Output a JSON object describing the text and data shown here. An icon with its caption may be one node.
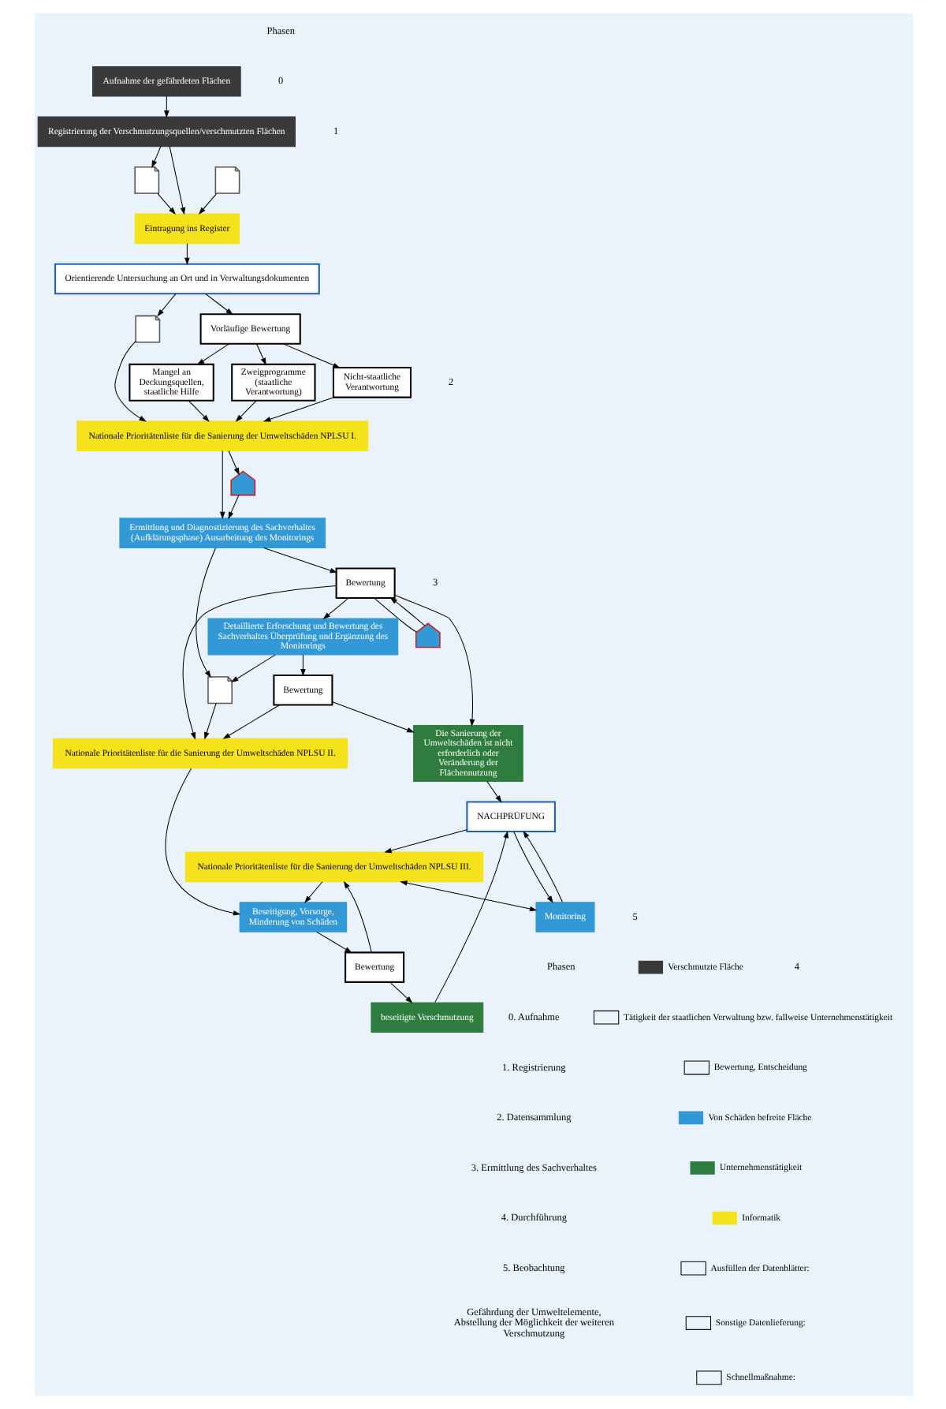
{
  "diagram": {
    "nodes": [
      {
        "text": [
          "Aufnahme der gefährdeten Flächen"
        ]
      },
      {
        "text": [
          "Registrierung der Verschmutzungsquellen/verschmutzten Flächen"
        ]
      },
      {
        "text": [],
        "shape": "document"
      },
      {
        "text": [],
        "shape": "note"
      },
      {
        "text": [
          "Eintragung ins Register"
        ]
      },
      {
        "text": [
          "Orientierende Untersuchung an Ort und in Verwaltungsdokumenten"
        ]
      },
      {
        "text": [],
        "shape": "document"
      },
      {
        "text": [
          "Vorläufige Bewertung"
        ]
      },
      {
        "text": [
          "Mangel an Deckungsquellen, staatliche Hilfe"
        ]
      },
      {
        "text": [
          "Zweigprogramme (staatliche Verantwortung)"
        ]
      },
      {
        "text": [
          "Nicht-staatliche Verantwortung"
        ]
      },
      {
        "text": [
          "Nationale Prioritätenliste für die Sanierung der Umweltschäden NPLSU I."
        ]
      },
      {
        "text": [],
        "shape": "sign"
      },
      {
        "text": [
          "Ermittlung und Diagnostizierung des Sachverhaltes (Aufklärungsphase) Ausarbeitung des Monitorings"
        ]
      },
      {
        "text": [],
        "shape": "sign"
      },
      {
        "text": [
          "Bewertung"
        ]
      },
      {
        "text": [
          "Die Sanierung der Umweltschäden ist nicht erforderlich oder Veränderung der Flächennutzung"
        ]
      },
      {
        "text": [
          "Detaillierte Erforschung und Bewertung des Sachverhaltes Überprüfung und Ergänzung des Monitorings"
        ]
      },
      {
        "text": [],
        "shape": "document"
      },
      {
        "text": [
          "Bewertung"
        ]
      },
      {
        "text": [
          "Nationale Prioritätenliste für die Sanierung der Umweltschäden NPLSU II."
        ]
      },
      {
        "text": [
          "Beseitigung, Vorsorge, Minderung von Schäden"
        ]
      },
      {
        "text": [
          "Bewertung"
        ]
      },
      {
        "text": [
          "beseitigte Verschmutzung"
        ]
      },
      {
        "text": [
          "Nationale Prioritätenliste für die Sanierung der Umweltschäden NPLSU III."
        ]
      },
      {
        "text": [
          "NACHPRÜFUNG"
        ]
      },
      {
        "text": [
          "Monitoring"
        ]
      }
    ],
    "edges": [
      {
        "from": 0,
        "to": 1,
        "arrow": "to"
      },
      {
        "from": 1,
        "to": 2,
        "arrow": "to"
      },
      {
        "from": 1,
        "to": 4,
        "arrow": "to"
      },
      {
        "from": 3,
        "to": 4,
        "arrow": "to"
      },
      {
        "from": 2,
        "to": 4,
        "arrow": "to"
      },
      {
        "from": 4,
        "to": 5,
        "arrow": "to"
      },
      {
        "from": 5,
        "to": 6,
        "arrow": "to"
      },
      {
        "from": 5,
        "to": 7,
        "arrow": "to"
      },
      {
        "from": 7,
        "to": 8,
        "arrow": "to"
      },
      {
        "from": 7,
        "to": 9,
        "arrow": "to"
      },
      {
        "from": 7,
        "to": 10,
        "arrow": "to"
      },
      {
        "from": 8,
        "to": 11,
        "arrow": "to"
      },
      {
        "from": 9,
        "to": 11,
        "arrow": "to"
      },
      {
        "from": 10,
        "to": 11,
        "arrow": "to"
      },
      {
        "from": 6,
        "to": 11,
        "arrow": "to"
      },
      {
        "from": 11,
        "to": 12,
        "arrow": "to"
      },
      {
        "from": 11,
        "to": 13,
        "arrow": "to"
      },
      {
        "from": 12,
        "to": 13,
        "arrow": "to"
      },
      {
        "from": 13,
        "to": 15,
        "arrow": "to"
      },
      {
        "from": 14,
        "to": 15,
        "arrow": "to"
      },
      {
        "from": 15,
        "to": 14,
        "arrow": "none"
      },
      {
        "from": 13,
        "to": 18,
        "arrow": "to"
      },
      {
        "from": 15,
        "to": 16,
        "arrow": "to"
      },
      {
        "from": 15,
        "to": 17,
        "arrow": "to"
      },
      {
        "from": 15,
        "to": 20,
        "arrow": "to"
      },
      {
        "from": 17,
        "to": 18,
        "arrow": "to"
      },
      {
        "from": 17,
        "to": 19,
        "arrow": "to"
      },
      {
        "from": 19,
        "to": 16,
        "arrow": "to"
      },
      {
        "from": 19,
        "to": 20,
        "arrow": "to"
      },
      {
        "from": 18,
        "to": 20,
        "arrow": "to"
      },
      {
        "from": 16,
        "to": 25,
        "arrow": "to"
      },
      {
        "from": 20,
        "to": 21,
        "arrow": "to"
      },
      {
        "from": 21,
        "to": 22,
        "arrow": "to"
      },
      {
        "from": 22,
        "to": 23,
        "arrow": "to"
      },
      {
        "from": 22,
        "to": 24,
        "arrow": "to"
      },
      {
        "from": 24,
        "to": 21,
        "arrow": "to"
      },
      {
        "from": 23,
        "to": 25,
        "arrow": "to"
      },
      {
        "from": 24,
        "to": 26,
        "arrow": "both"
      },
      {
        "from": 25,
        "to": 24,
        "arrow": "to"
      },
      {
        "from": 25,
        "to": 26,
        "arrow": "to"
      },
      {
        "from": 26,
        "to": 25,
        "arrow": "to"
      }
    ],
    "labels": [
      "Phasen",
      "0",
      "1",
      "2",
      "3",
      "4",
      "5",
      "Phasen",
      "0. Aufnahme",
      "1. Registrierung",
      "2. Datensammlung",
      "3. Ermittlung des Sachverhaltes",
      "4. Durchführung",
      "5. Beobachtung",
      "Gefährdung der Umweltelemente, Abstellung der Möglichkeit der weiteren Verschmutzung"
    ],
    "legend": [
      {
        "text": "Verschmutzte Fläche",
        "color": "#3a3a3a"
      },
      {
        "text": "Tätigkeit der staatlichen Verwaltung bzw. fallweise Unternehmenstätigkeit"
      },
      {
        "text": "Bewertung, Entscheidung"
      },
      {
        "text": "Von Schäden befreite Fläche",
        "color": "#3399d6"
      },
      {
        "text": "Unternehmenstätigkeit",
        "color": "#2e7d3e"
      },
      {
        "text": "Informatik",
        "color": "#f5e21a"
      },
      {
        "text": "Ausfüllen der Datenblätter:"
      },
      {
        "text": "Sonstige Datenlieferung:"
      },
      {
        "text": "Schnellmaßnahme:"
      }
    ]
  }
}
